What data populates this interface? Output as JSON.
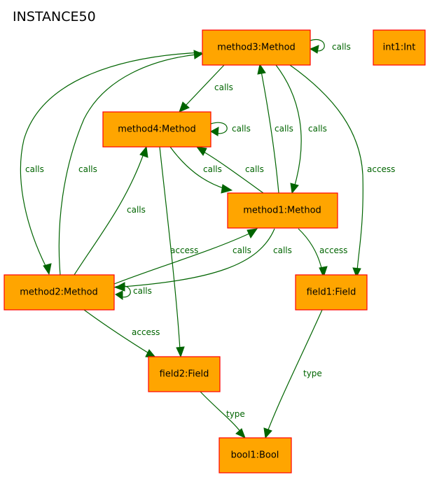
{
  "title": "INSTANCE50",
  "nodes": {
    "method3": "method3:Method",
    "int1": "int1:Int",
    "method4": "method4:Method",
    "method1": "method1:Method",
    "method2": "method2:Method",
    "field1": "field1:Field",
    "field2": "field2:Field",
    "bool1": "bool1:Bool"
  },
  "edges": [
    {
      "id": "m3-self",
      "label": "calls"
    },
    {
      "id": "m3-m4",
      "label": "calls"
    },
    {
      "id": "m4-self",
      "label": "calls"
    },
    {
      "id": "m3-m2",
      "label": "calls"
    },
    {
      "id": "m2-m3",
      "label": "calls"
    },
    {
      "id": "m1-m3",
      "label": "calls"
    },
    {
      "id": "m3-m1",
      "label": "calls"
    },
    {
      "id": "m3-f1",
      "label": "access"
    },
    {
      "id": "m4-m1",
      "label": "calls"
    },
    {
      "id": "m1-m4",
      "label": "calls"
    },
    {
      "id": "m2-m4",
      "label": "calls"
    },
    {
      "id": "m4-f2",
      "label": "access"
    },
    {
      "id": "m2-m1",
      "label": "calls"
    },
    {
      "id": "m1-m2",
      "label": "calls"
    },
    {
      "id": "m1-f1",
      "label": "access"
    },
    {
      "id": "m2-self",
      "label": "calls"
    },
    {
      "id": "m2-f2",
      "label": "access"
    },
    {
      "id": "f1-b1",
      "label": "type"
    },
    {
      "id": "f2-b1",
      "label": "type"
    }
  ]
}
